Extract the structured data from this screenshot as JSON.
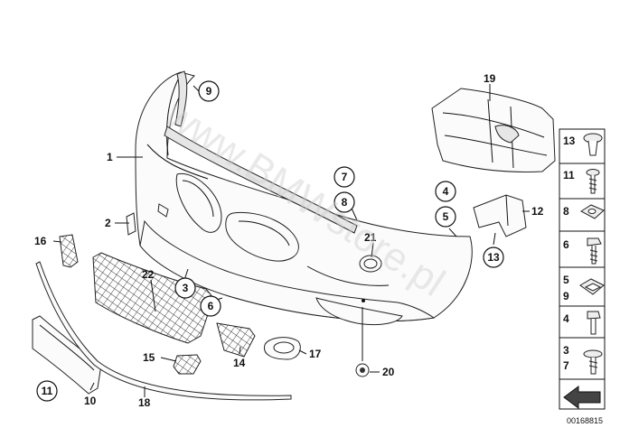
{
  "watermark": "www.BMWstore.pl",
  "document_id": "00168815",
  "callouts": {
    "c1": "1",
    "c2": "2",
    "c3": "3",
    "c4": "4",
    "c5": "5",
    "c6": "6",
    "c7": "7",
    "c8": "8",
    "c9": "9",
    "c10": "10",
    "c11": "11",
    "c12": "12",
    "c13": "13",
    "c14": "14",
    "c15": "15",
    "c16": "16",
    "c17": "17",
    "c18": "18",
    "c19": "19",
    "c20": "20",
    "c21": "21",
    "c22": "22"
  },
  "sidebar": [
    {
      "label": "13"
    },
    {
      "label": "11"
    },
    {
      "label": "8"
    },
    {
      "label": "6"
    },
    {
      "label": "5",
      "label2": "9"
    },
    {
      "label": "4"
    },
    {
      "label": "3",
      "label2": "7"
    }
  ]
}
